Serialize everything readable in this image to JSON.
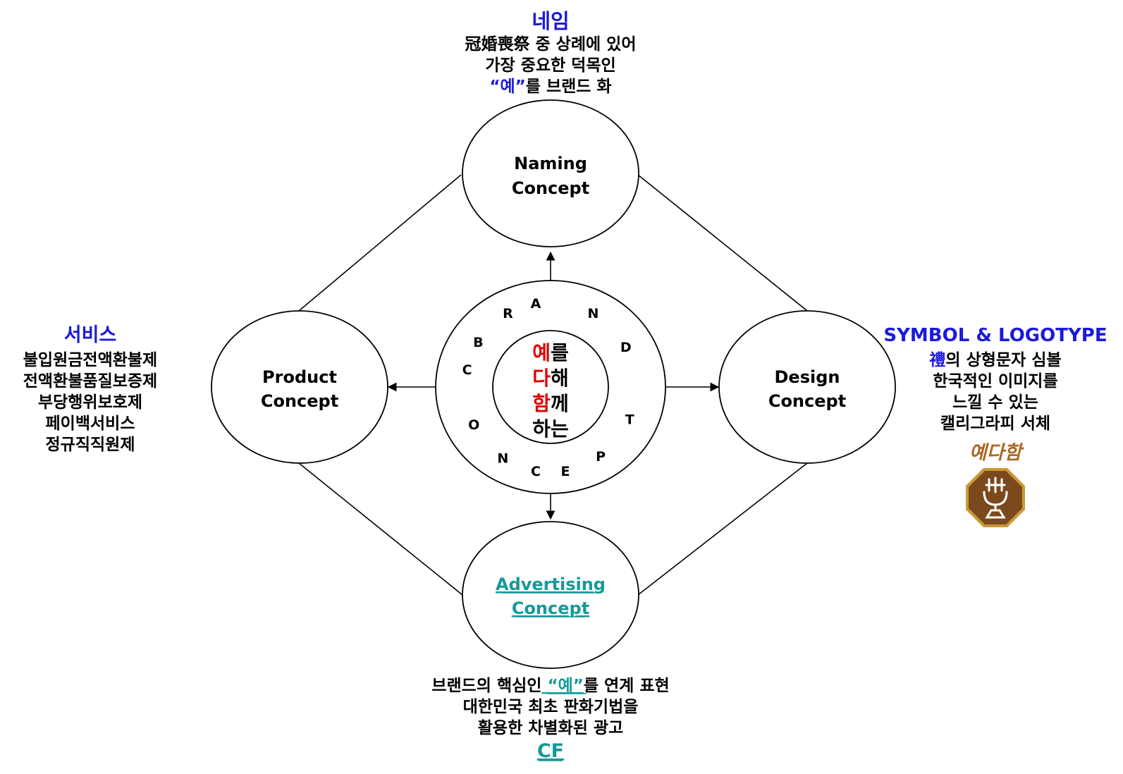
{
  "colors": {
    "heading_blue": "#1a1adb",
    "accent_red": "#e00000",
    "accent_teal": "#139a9a",
    "logo_brown": "#7a4a1e",
    "logo_gold": "#c89a3a",
    "ink": "#000000"
  },
  "nodes": {
    "naming": {
      "line1": "Naming",
      "line2": "Concept"
    },
    "product": {
      "line1": "Product",
      "line2": "Concept"
    },
    "design": {
      "line1": "Design",
      "line2": "Concept"
    },
    "advertising": {
      "line1": "Advertising",
      "line2": "Concept"
    }
  },
  "center": {
    "ring_letters": [
      "A",
      "N",
      "D",
      "T",
      "P",
      "E",
      "C",
      "N",
      "O",
      "C",
      "B",
      "R"
    ],
    "inner": [
      {
        "accent": "예",
        "rest": "를"
      },
      {
        "accent": "다",
        "rest": "해"
      },
      {
        "accent": "함",
        "rest": "께"
      },
      {
        "accent": "",
        "rest": "하는"
      }
    ]
  },
  "naming_desc": {
    "heading": "네임",
    "line1_hanja": "冠婚喪祭",
    "line1_rest": " 중 상례에 있어",
    "line2": "가장 중요한 덕목인",
    "line3_quote": "“예”",
    "line3_rest": "를 브랜드 화"
  },
  "service_desc": {
    "heading": "서비스",
    "lines": [
      "불입원금전액환불제",
      "전액환불품질보증제",
      "부당행위보호제",
      "페이백서비스",
      "정규직직원제"
    ]
  },
  "design_desc": {
    "heading": "SYMBOL & LOGOTYPE",
    "line1_hanja": "禮",
    "line1_rest": "의 상형문자 심볼",
    "line2": "한국적인 이미지를",
    "line3": "느낄 수 있는",
    "line4": "캘리그라피 서체",
    "logotype": "예다함",
    "symbol_icon": "ritual-vessel-emblem-icon"
  },
  "advert_desc": {
    "line1_pre": "브랜드의 핵심인",
    "line1_quote": " “예”",
    "line1_post": "를 연계 표현",
    "line2": "대한민국 최초 판화기법을",
    "line3": "활용한 차별화된 광고",
    "line4": "CF"
  }
}
